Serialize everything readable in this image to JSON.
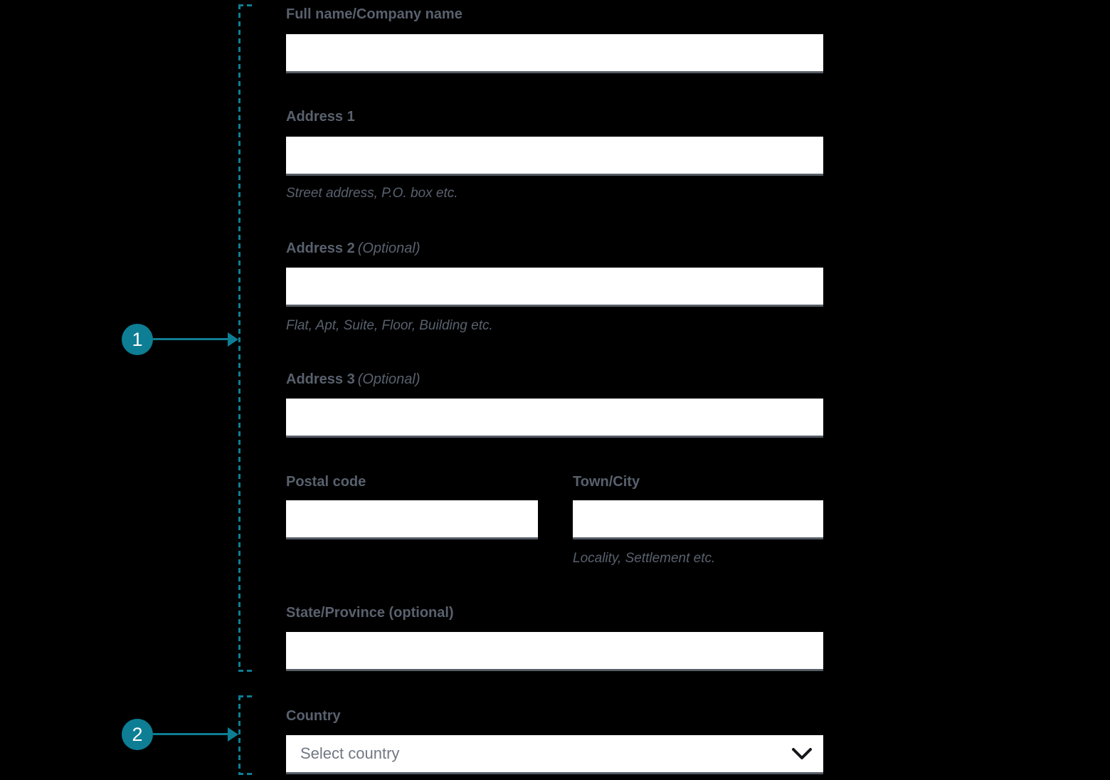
{
  "colors": {
    "background": "#000000",
    "accent_teal": "#0d7e94",
    "label_gray": "#59616e",
    "input_background": "#ffffff",
    "input_border": "#575d66",
    "select_placeholder_gray": "#717883",
    "chevron_black": "#15181c",
    "marker_number_white": "#ffffff"
  },
  "annotations": [
    {
      "number": "1"
    },
    {
      "number": "2"
    }
  ],
  "form": {
    "fields": [
      {
        "label": "Full name/Company name"
      },
      {
        "label": "Address 1",
        "hint": "Street address, P.O. box etc."
      },
      {
        "label": "Address 2",
        "optional": "(Optional)",
        "hint": "Flat, Apt, Suite, Floor, Building etc."
      },
      {
        "label": "Address 3",
        "optional": "(Optional)"
      },
      {
        "label": "Postal code"
      },
      {
        "label": "Town/City",
        "hint": "Locality, Settlement etc."
      },
      {
        "label": "State/Province (optional)"
      },
      {
        "label": "Country",
        "placeholder": "Select country"
      }
    ]
  }
}
